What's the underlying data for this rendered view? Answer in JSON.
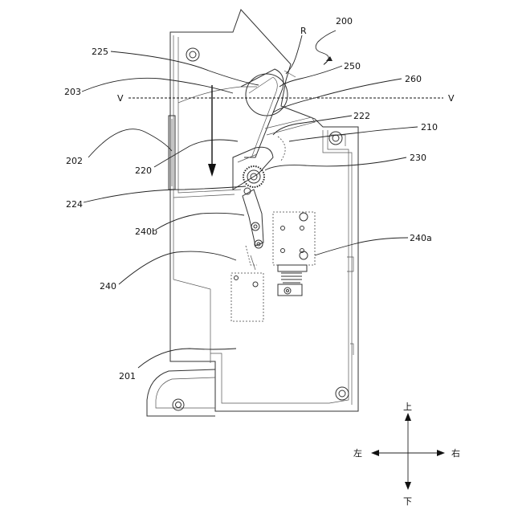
{
  "labels": {
    "l200": "200",
    "lR": "R",
    "l225": "225",
    "l250": "250",
    "l203": "203",
    "l260": "260",
    "lV_left": "V",
    "lV_right": "V",
    "l222": "222",
    "l210": "210",
    "l202": "202",
    "l220": "220",
    "l230": "230",
    "l224": "224",
    "l240b": "240b",
    "l240a": "240a",
    "l240": "240",
    "l201": "201"
  },
  "directions": {
    "up": "上",
    "down": "下",
    "left": "左",
    "right": "右"
  }
}
